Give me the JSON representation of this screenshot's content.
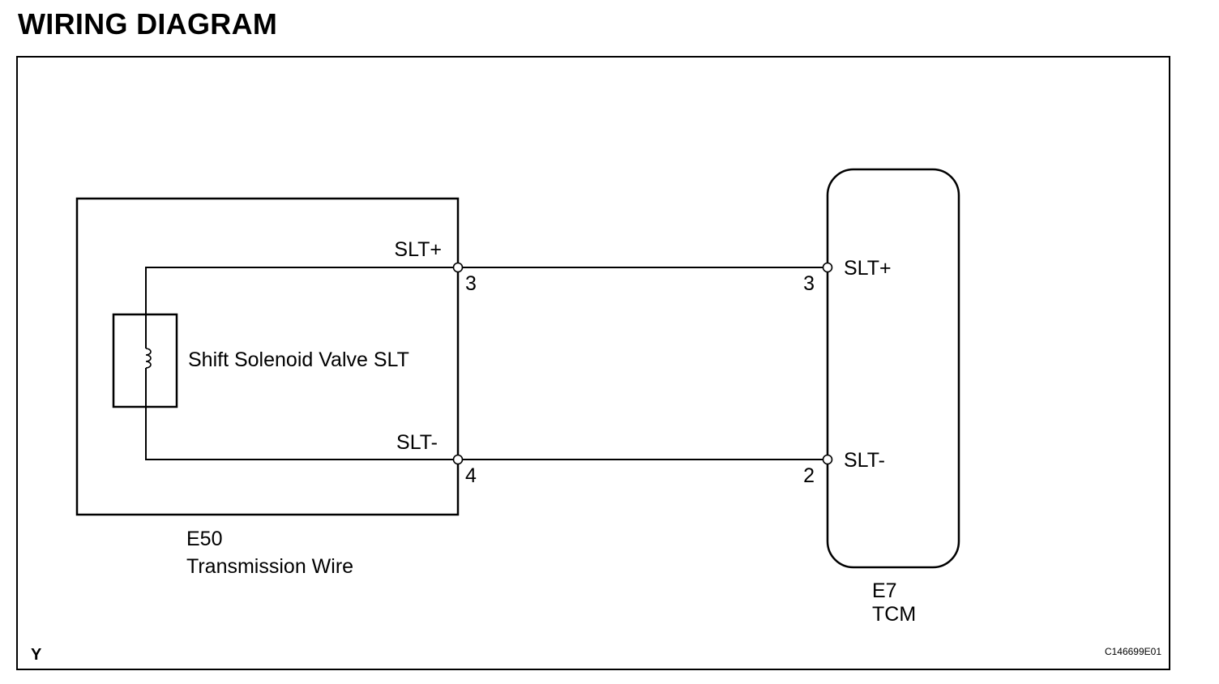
{
  "title": "WIRING DIAGRAM",
  "components": {
    "e50": {
      "code": "E50",
      "name": "Transmission Wire",
      "device": "Shift Solenoid Valve SLT",
      "pins": [
        {
          "pin": "3",
          "signal": "SLT+"
        },
        {
          "pin": "4",
          "signal": "SLT-"
        }
      ]
    },
    "e7": {
      "code": "E7",
      "name": "TCM",
      "pins": [
        {
          "pin": "3",
          "signal": "SLT+"
        },
        {
          "pin": "2",
          "signal": "SLT-"
        }
      ]
    }
  },
  "footer": {
    "left_code": "Y",
    "figure_code": "C146699E01"
  },
  "line_color": "#000000"
}
